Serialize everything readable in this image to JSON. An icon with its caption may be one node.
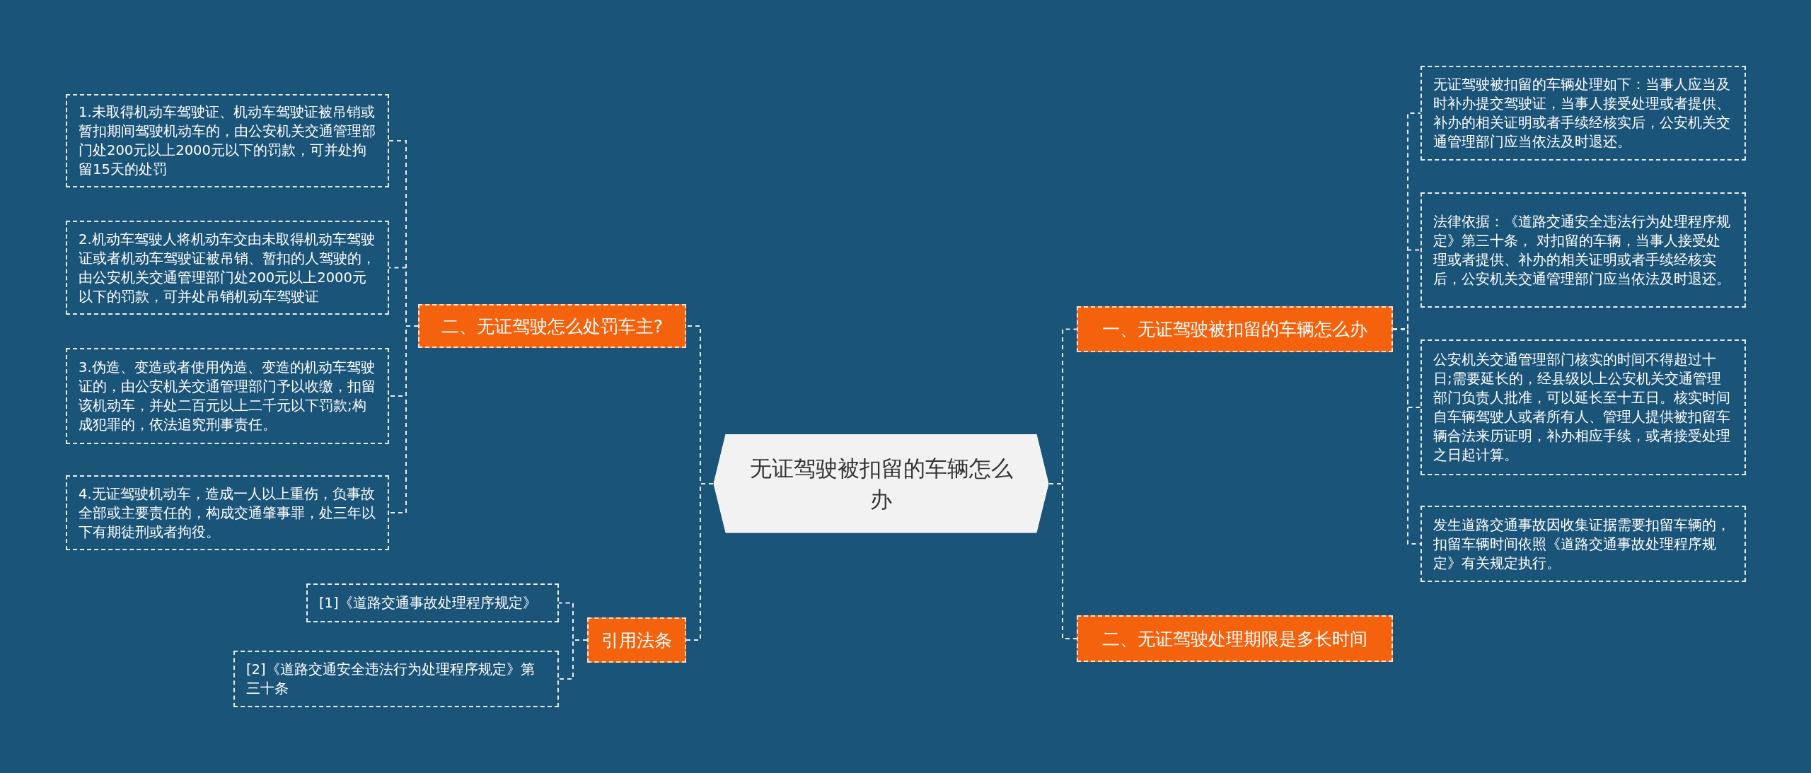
{
  "diagram": {
    "nodes": [
      {
        "text": [
          "无证驾驶被扣留的车辆怎么办"
        ]
      },
      {
        "text": [
          "一、无证驾驶被扣留的车辆怎么办"
        ]
      },
      {
        "text": [
          "无证驾驶被扣留的车辆处理如下：当事人应当及时补办提交驾驶证，当事人接受处理或者提供、补办的相关证明或者手续经核实后，公安机关交通管理部门应当依法及时退还。"
        ]
      },
      {
        "text": [
          "法律依据：《道路交通安全违法行为处理程序规定》第三十条， 对扣留的车辆，当事人接受处理或者提供、补办的相关证明或者手续经核实后，公安机关交通管理部门应当依法及时退还。"
        ]
      },
      {
        "text": [
          "公安机关交通管理部门核实的时间不得超过十日;需要延长的，经县级以上公安机关交通管理部门负责人批准，可以延长至十五日。核实时间自车辆驾驶人或者所有人、管理人提供被扣留车辆合法来历证明，补办相应手续，或者接受处理之日起计算。"
        ]
      },
      {
        "text": [
          "发生道路交通事故因收集证据需要扣留车辆的，扣留车辆时间依照《道路交通事故处理程序规定》有关规定执行。"
        ]
      },
      {
        "text": [
          "二、无证驾驶处理期限是多长时间"
        ]
      },
      {
        "text": [
          "二、无证驾驶怎么处罚车主?"
        ]
      },
      {
        "text": [
          "1.未取得机动车驾驶证、机动车驾驶证被吊销或暂扣期间驾驶机动车的，由公安机关交通管理部门处200元以上2000元以下的罚款，可并处拘留15天的处罚"
        ]
      },
      {
        "text": [
          "2.机动车驾驶人将机动车交由未取得机动车驾驶证或者机动车驾驶证被吊销、暂扣的人驾驶的，由公安机关交通管理部门处200元以上2000元以下的罚款，可并处吊销机动车驾驶证"
        ]
      },
      {
        "text": [
          "3.伪造、变造或者使用伪造、变造的机动车驾驶证的，由公安机关交通管理部门予以收缴，扣留该机动车，并处二百元以上二千元以下罚款;构成犯罪的，依法追究刑事责任。"
        ]
      },
      {
        "text": [
          "4.无证驾驶机动车，造成一人以上重伤，负事故全部或主要责任的，构成交通肇事罪，处三年以下有期徒刑或者拘役。"
        ]
      },
      {
        "text": [
          "引用法条"
        ]
      },
      {
        "text": [
          "[1]《道路交通事故处理程序规定》"
        ]
      },
      {
        "text": [
          "[2]《道路交通安全违法行为处理程序规定》第三十条"
        ]
      }
    ],
    "edges": [
      {
        "from": 0,
        "to": 1,
        "arrow": "none"
      },
      {
        "from": 1,
        "to": 2,
        "arrow": "none"
      },
      {
        "from": 1,
        "to": 3,
        "arrow": "none"
      },
      {
        "from": 1,
        "to": 4,
        "arrow": "none"
      },
      {
        "from": 1,
        "to": 5,
        "arrow": "none"
      },
      {
        "from": 0,
        "to": 6,
        "arrow": "none"
      },
      {
        "from": 0,
        "to": 7,
        "arrow": "none"
      },
      {
        "from": 7,
        "to": 8,
        "arrow": "none"
      },
      {
        "from": 7,
        "to": 9,
        "arrow": "none"
      },
      {
        "from": 7,
        "to": 10,
        "arrow": "none"
      },
      {
        "from": 7,
        "to": 11,
        "arrow": "none"
      },
      {
        "from": 0,
        "to": 12,
        "arrow": "none"
      },
      {
        "from": 12,
        "to": 13,
        "arrow": "none"
      },
      {
        "from": 12,
        "to": 14,
        "arrow": "none"
      }
    ]
  }
}
